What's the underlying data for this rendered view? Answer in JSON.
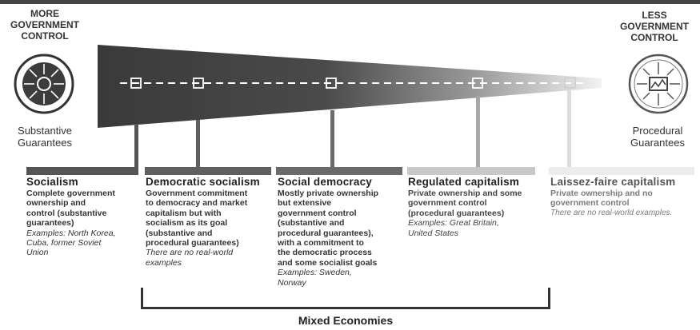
{
  "left_end": {
    "line1": "MORE",
    "line2": "GOVERNMENT",
    "line3": "CONTROL",
    "guarantee_line1": "Substantive",
    "guarantee_line2": "Guarantees"
  },
  "right_end": {
    "line1": "LESS",
    "line2": "GOVERNMENT",
    "line3": "CONTROL",
    "guarantee_line1": "Procedural",
    "guarantee_line2": "Guarantees"
  },
  "systems": [
    {
      "title": "Socialism",
      "desc": [
        "Complete government",
        "ownership and",
        "control (substantive",
        "guarantees)"
      ],
      "examples": [
        "Examples: North Korea,",
        "Cuba, former Soviet",
        "Union"
      ]
    },
    {
      "title": "Democratic socialism",
      "desc": [
        "Government commitment",
        "to democracy and market",
        "capitalism but with",
        "socialism as its goal",
        "(substantive and",
        "procedural guarantees)"
      ],
      "examples": [
        "There are no real-world",
        "examples"
      ]
    },
    {
      "title": "Social democracy",
      "desc": [
        "Mostly private ownership",
        "but extensive",
        "government control",
        "(substantive and",
        "procedural guarantees),",
        "with a commitment to",
        "the democratic process",
        "and some socialist goals"
      ],
      "examples": [
        "Examples: Sweden,",
        "Norway"
      ]
    },
    {
      "title": "Regulated capitalism",
      "desc": [
        "Private ownership and some",
        "government control",
        "(procedural guarantees)"
      ],
      "examples": [
        "Examples: Great Britain,",
        "United States"
      ]
    },
    {
      "title": "Laissez-faire capitalism",
      "desc": [
        "Private ownership and no",
        "government control"
      ],
      "examples": [
        "There are no real-world examples."
      ]
    }
  ],
  "bracket_label": "Mixed Economies",
  "colors": {
    "wedge_dark": "#3a3a3a",
    "wedge_light": "#f2f2f2",
    "stem_levels": [
      "#555555",
      "#5f5f5f",
      "#6a6a6a",
      "#a8a8a8",
      "#dcdcdc"
    ]
  }
}
